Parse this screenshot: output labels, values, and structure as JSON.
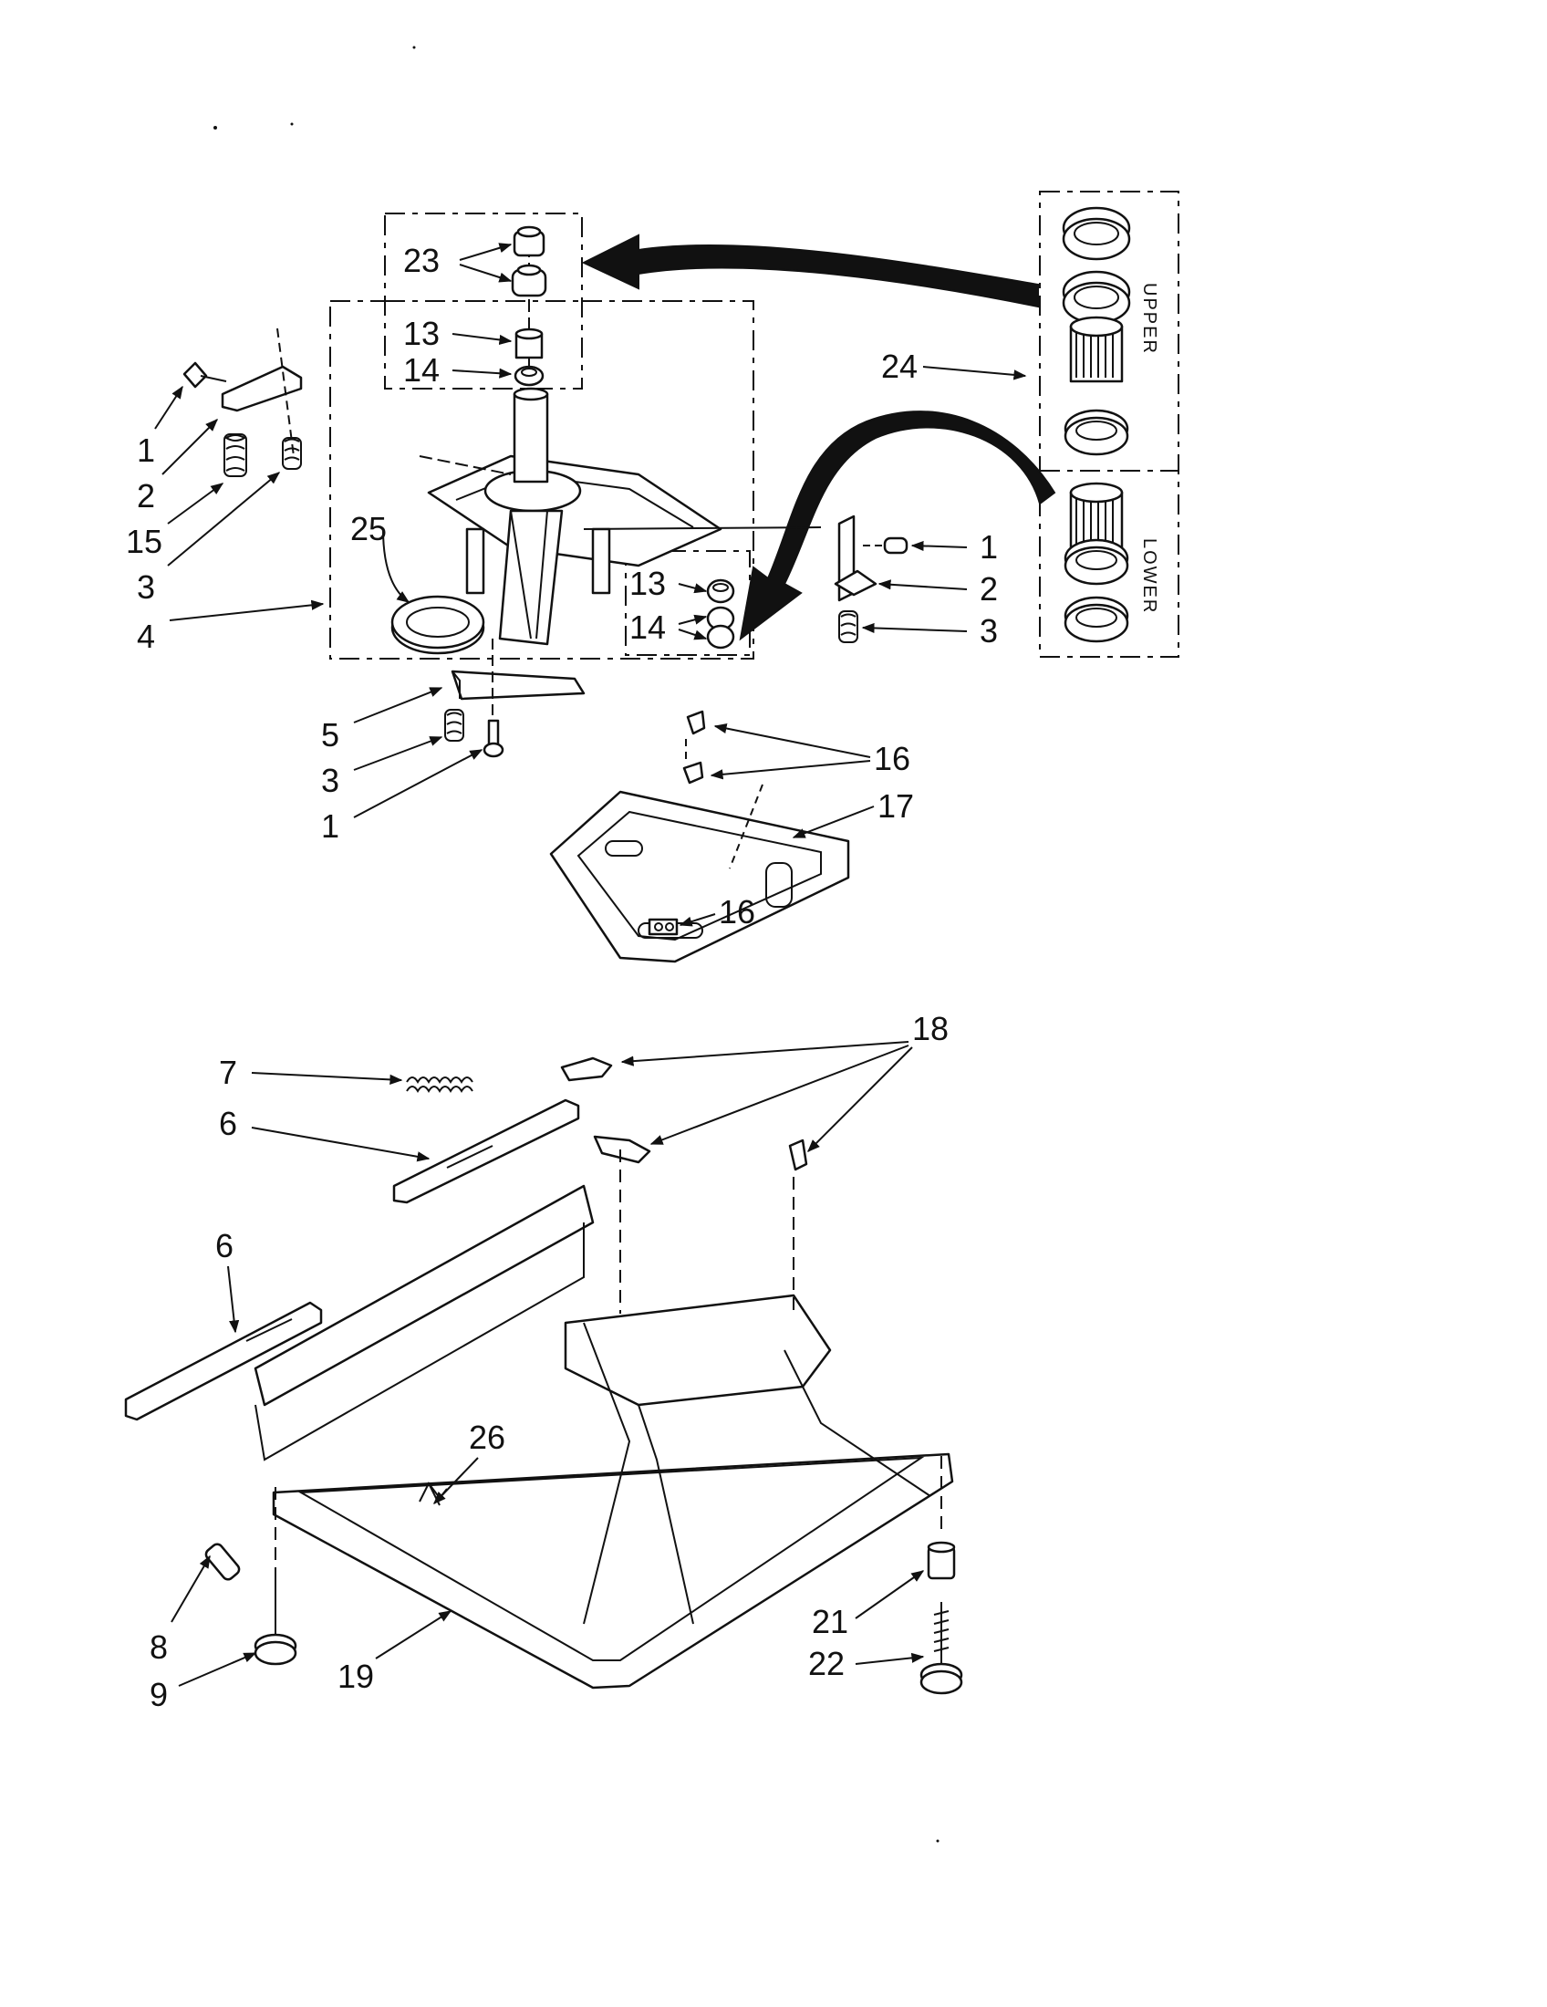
{
  "labels": {
    "l1a": "1",
    "l2a": "2",
    "l15": "15",
    "l3a": "3",
    "l4": "4",
    "l25": "25",
    "l23": "23",
    "l13a": "13",
    "l14a": "14",
    "l13b": "13",
    "l14b": "14",
    "l1b": "1",
    "l2b": "2",
    "l3b": "3",
    "l24": "24",
    "l5": "5",
    "l3c": "3",
    "l1c": "1",
    "l16a": "16",
    "l17": "17",
    "l16b": "16",
    "l18": "18",
    "l7": "7",
    "l6a": "6",
    "l6b": "6",
    "l26": "26",
    "l8": "8",
    "l9": "9",
    "l19": "19",
    "l21": "21",
    "l22": "22"
  },
  "kit": {
    "upper": "UPPER",
    "lower": "LOWER"
  }
}
